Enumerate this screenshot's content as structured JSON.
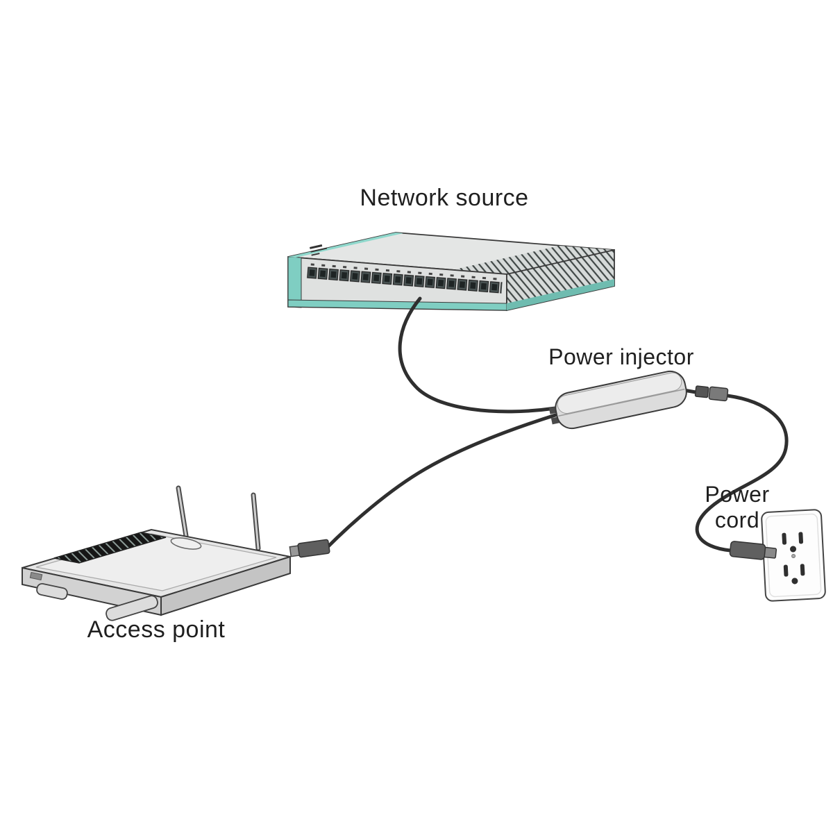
{
  "figure": {
    "type": "hardware-setup-diagram",
    "background": "#ffffff"
  },
  "labels": {
    "network_source": "Network source",
    "power_injector": "Power injector",
    "power_cord_line1": "Power",
    "power_cord_line2": "cord",
    "access_point": "Access point"
  },
  "colors": {
    "outline": "#3a3a3a",
    "cable": "#2f2f2f",
    "accent_teal": "#7fcec2",
    "device_light": "#e4e6e5",
    "device_mid": "#d2d2d2",
    "text": "#1f1f1f"
  },
  "illustrations": [
    {
      "name": "network-switch-illustration",
      "depicts": "rack network switch with port row and vent panel"
    },
    {
      "name": "power-injector-illustration",
      "depicts": "inline power injector brick"
    },
    {
      "name": "access-point-illustration",
      "depicts": "wireless access point with two antennas"
    },
    {
      "name": "wall-outlet-illustration",
      "depicts": "duplex wall power outlet"
    },
    {
      "name": "rj45-connector",
      "depicts": "ethernet plug near access point"
    },
    {
      "name": "power-plug",
      "depicts": "power cord plug at outlet"
    }
  ]
}
